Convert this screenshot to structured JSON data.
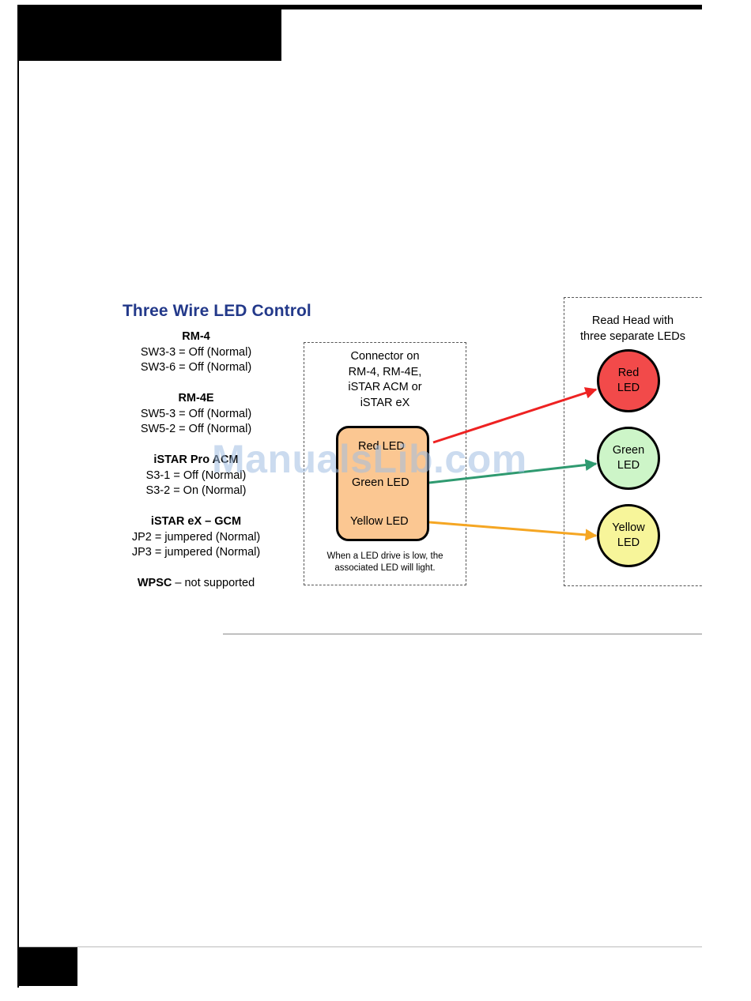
{
  "diagram": {
    "title": "Three Wire LED Control",
    "config_groups": [
      {
        "header": "RM-4",
        "lines": [
          "SW3-3 = Off (Normal)",
          "SW3-6 = Off (Normal)"
        ]
      },
      {
        "header": "RM-4E",
        "lines": [
          "SW5-3 = Off (Normal)",
          "SW5-2 = Off (Normal)"
        ]
      },
      {
        "header": "iSTAR Pro ACM",
        "lines": [
          "S3-1 = Off (Normal)",
          "S3-2 = On (Normal)"
        ]
      },
      {
        "header": "iSTAR eX – GCM",
        "lines": [
          "JP2 = jumpered (Normal)",
          "JP3 = jumpered (Normal)"
        ]
      }
    ],
    "wpsc": {
      "name": "WPSC",
      "text": " – not supported"
    },
    "connector": {
      "title_lines": [
        "Connector on",
        "RM-4, RM-4E,",
        "iSTAR ACM or",
        "iSTAR eX"
      ],
      "pins": [
        "Red LED",
        "Green LED",
        "Yellow LED"
      ],
      "note_lines": [
        "When a LED drive is low, the",
        "associated LED will light."
      ]
    },
    "read_head": {
      "title_lines": [
        "Read Head with",
        "three separate LEDs"
      ],
      "leds": [
        {
          "line1": "Red",
          "line2": "LED",
          "fill": "#f24a4a",
          "wire": "#ee2222"
        },
        {
          "line1": "Green",
          "line2": "LED",
          "fill": "#cdf5c8",
          "wire": "#2f9a70"
        },
        {
          "line1": "Yellow",
          "line2": "LED",
          "fill": "#f7f59a",
          "wire": "#f5a623"
        }
      ]
    }
  },
  "watermark": "ManualsLib.com"
}
